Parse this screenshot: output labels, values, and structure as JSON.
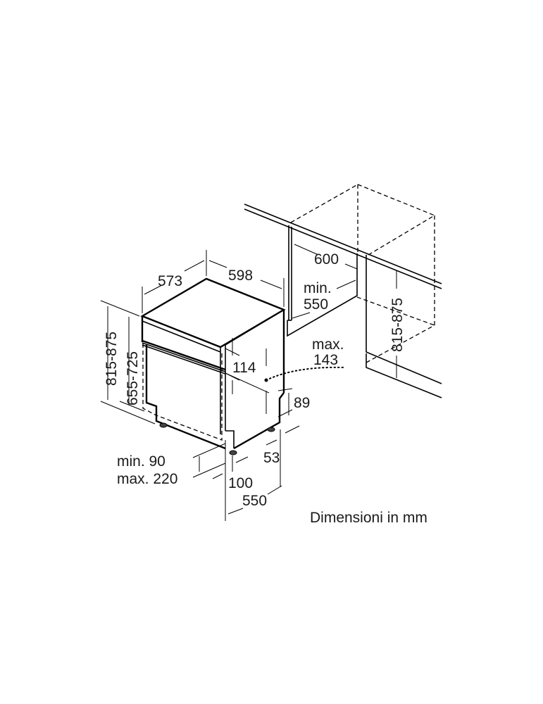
{
  "appliance": {
    "depth": "573",
    "width": "598",
    "panel_height": "114",
    "plinth_step": "89",
    "plinth_depth": "53",
    "foot_setback": "100",
    "depth_base": "550",
    "height_range": "815-875",
    "door_height_range": "655-725",
    "plinth_height_min": "min. 90",
    "plinth_height_max": "max. 220"
  },
  "niche": {
    "width": "600",
    "depth_min_label": "min.",
    "depth_min": "550",
    "height_range": "815-875",
    "panel_max_label": "max.",
    "panel_max": "143"
  },
  "caption": "Dimensioni in mm"
}
